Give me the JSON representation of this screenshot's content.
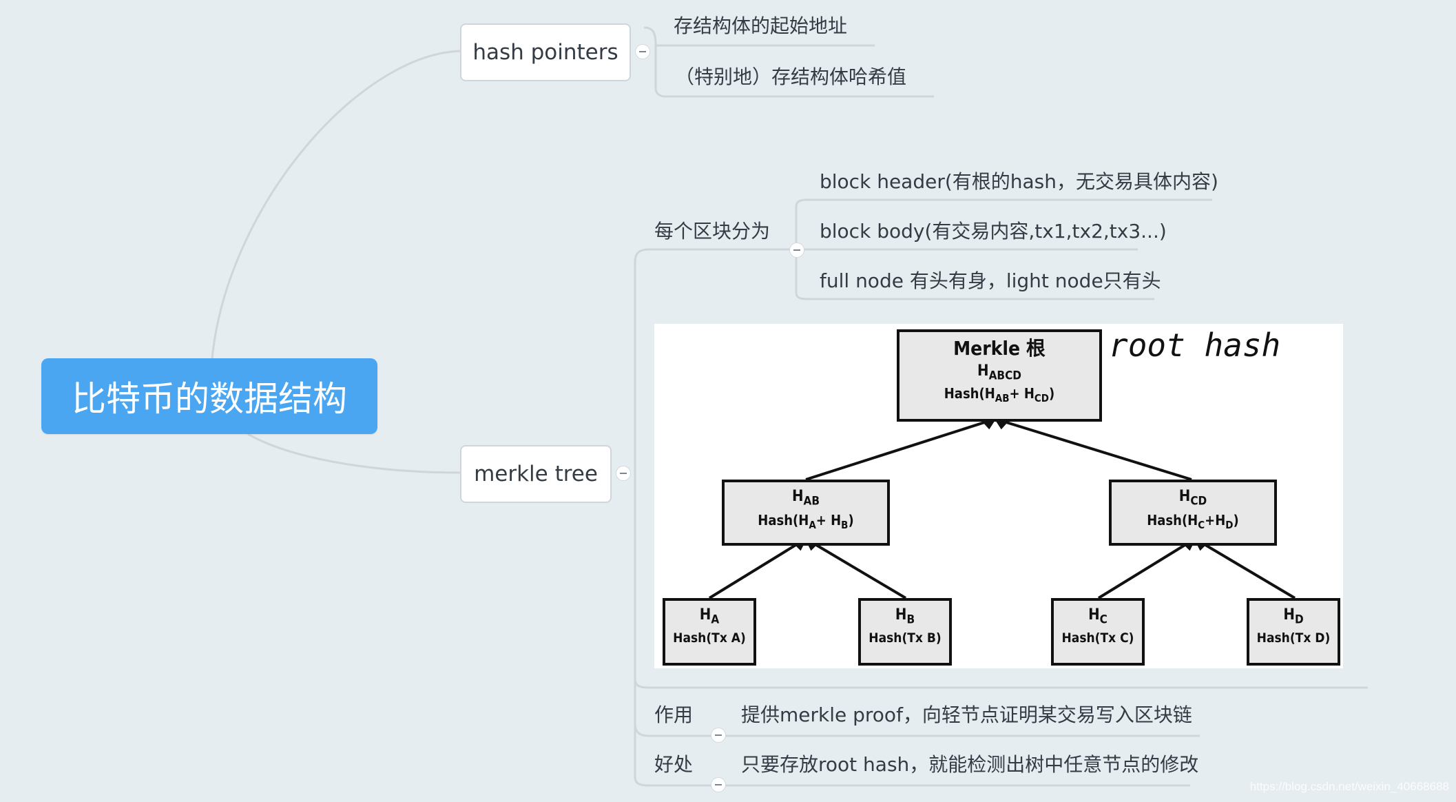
{
  "root": {
    "label": "比特币的数据结构"
  },
  "hash_pointers": {
    "label": "hash pointers",
    "children": [
      "存结构体的起始地址",
      "（特别地）存结构体哈希值"
    ]
  },
  "merkle_tree": {
    "label": "merkle tree",
    "each_block": {
      "label": "每个区块分为",
      "children": [
        "block header(有根的hash，无交易具体内容)",
        "block body(有交易内容,tx1,tx2,tx3...)",
        "full node 有头有身，light node只有头"
      ]
    },
    "diagram": {
      "root_title": "Merkle 根",
      "root_hash_label": "root hash",
      "root_node": {
        "name": "H",
        "sub": "ABCD",
        "formula_pre": "Hash(H",
        "formula_a": "AB",
        "formula_mid": "+ H",
        "formula_b": "CD",
        "formula_post": ")"
      },
      "level1": [
        {
          "name": "H",
          "sub": "AB",
          "formula_pre": "Hash(H",
          "formula_a": "A",
          "formula_mid": "+ H",
          "formula_b": "B",
          "formula_post": ")"
        },
        {
          "name": "H",
          "sub": "CD",
          "formula_pre": "Hash(H",
          "formula_a": "C",
          "formula_mid": "+H",
          "formula_b": "D",
          "formula_post": ")"
        }
      ],
      "leaves": [
        {
          "name": "H",
          "sub": "A",
          "tx": "Hash(Tx A)"
        },
        {
          "name": "H",
          "sub": "B",
          "tx": "Hash(Tx B)"
        },
        {
          "name": "H",
          "sub": "C",
          "tx": "Hash(Tx C)"
        },
        {
          "name": "H",
          "sub": "D",
          "tx": "Hash(Tx D)"
        }
      ]
    },
    "purpose": {
      "label": "作用",
      "child": "提供merkle proof，向轻节点证明某交易写入区块链"
    },
    "benefit": {
      "label": "好处",
      "child": "只要存放root hash，就能检测出树中任意节点的修改"
    }
  },
  "watermark": "https://blog.csdn.net/weixin_40668688"
}
